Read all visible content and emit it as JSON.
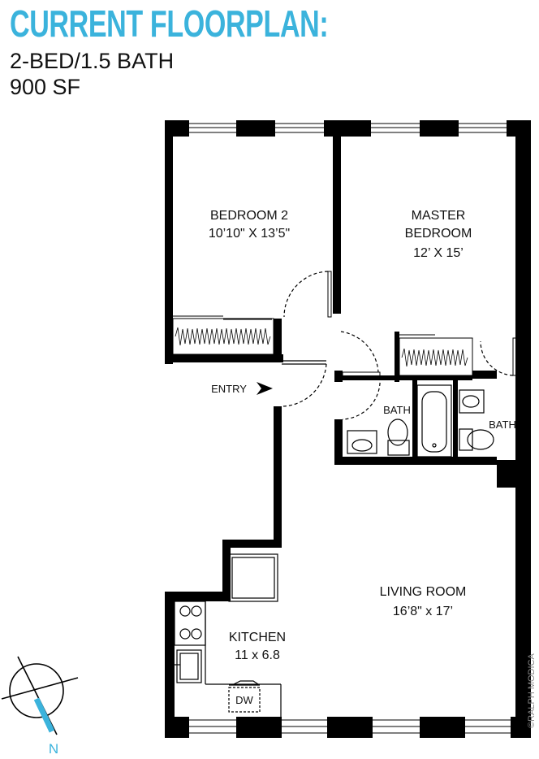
{
  "header": {
    "title": "CURRENT FLOORPLAN:",
    "summary_line1": "2-BED/1.5 BATH",
    "summary_line2": "900 SF"
  },
  "rooms": {
    "bedroom2": {
      "name": "BEDROOM 2",
      "dims": "10’10\" X 13’5\""
    },
    "master": {
      "name_line1": "MASTER",
      "name_line2": "BEDROOM",
      "dims": "12’ X 15’"
    },
    "bath_left": {
      "name": "BATH"
    },
    "bath_right": {
      "name": "BATH"
    },
    "living": {
      "name": "LIVING ROOM",
      "dims": "16’8\" x 17’"
    },
    "kitchen": {
      "name": "KITCHEN",
      "dims": "11 x 6.8"
    },
    "dishwasher": {
      "label": "DW"
    }
  },
  "entry": {
    "label": "ENTRY"
  },
  "compass": {
    "label": "N",
    "accent": "#3bb3dc"
  },
  "credit": "©RALPH MODICA",
  "colors": {
    "accent": "#3bb3dc",
    "wall": "#000000"
  }
}
